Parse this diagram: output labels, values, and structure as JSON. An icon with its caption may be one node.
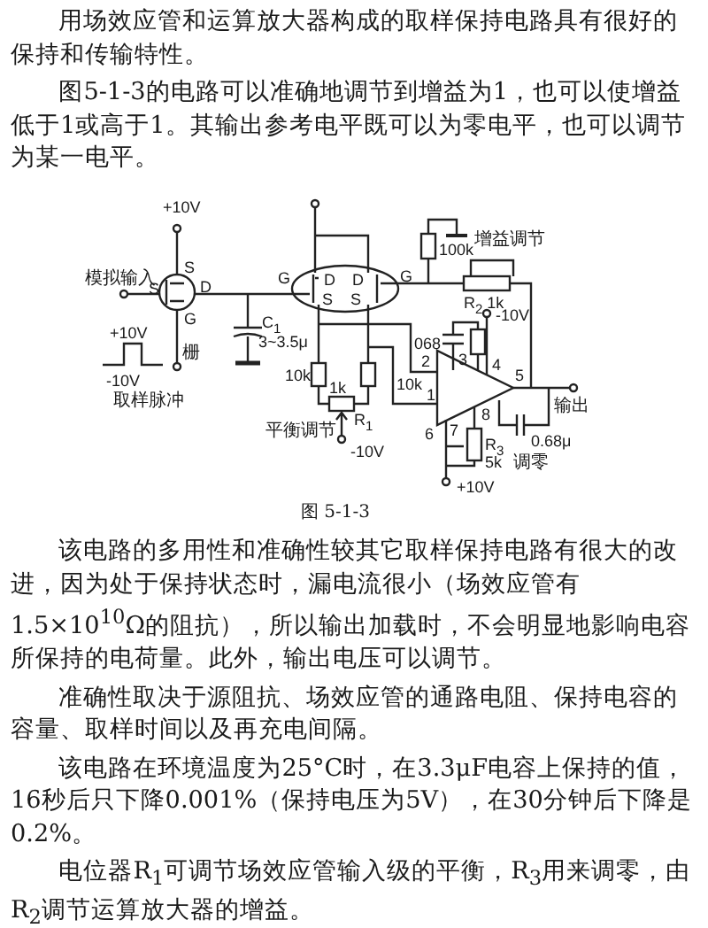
{
  "diagram": {
    "caption": "图 5-1-3",
    "labels": [
      "用场效应管和运算放大器构成的取样保持电路具有很好的保持和传输特性。",
      "图5-1-3的电路可以准确地调节到增益为1，也可以使增益低于1或高于1。其输出参考电平既可以为零电平，也可以调节为某一电平。",
      "+10V",
      "100k",
      "增益调节",
      "模拟输入",
      "S",
      "G",
      "D",
      "D",
      "G",
      "S",
      "D",
      "S",
      "S",
      "R$_{2}$ 1k",
      "G",
      "-10V",
      "C$_{1}$",
      "3~3.5μ",
      "068",
      "+10V",
      "3",
      "2",
      "4",
      "栅",
      "10k",
      "10k",
      "5",
      "-10V",
      "1k",
      "1",
      "输出",
      "取样脉冲",
      "R$_{1}$",
      "6",
      "7",
      "8",
      "0.68μ",
      "平衡调节",
      "-10V",
      "R$_{3}$",
      "调零",
      "5k",
      "+10V",
      "该电路的多用性和准确性较其它取样保持电路有很大的改进，因为处于保持状态时，漏电流很小（场效应管有1.5×10$^{10}$Ω的阻抗），所以输出加载时，不会明显地影响电容所保持的电荷量。此外，输出电压可以调节。",
      "准确性取决于源阻抗、场效应管的通路电阻、保持电容的容量、取样时间以及再充电间隔。",
      "该电路在环境温度为25°C时，在3.3μF电容上保持的值，16秒后只下降0.001%（保持电压为5V），在30分钟后下降是0.2%。",
      "电位器R$_{1}$可调节场效应管输入级的平衡，R$_{3}$用来调零，由R$_{2}$调节运算放大器的增益。"
    ]
  }
}
